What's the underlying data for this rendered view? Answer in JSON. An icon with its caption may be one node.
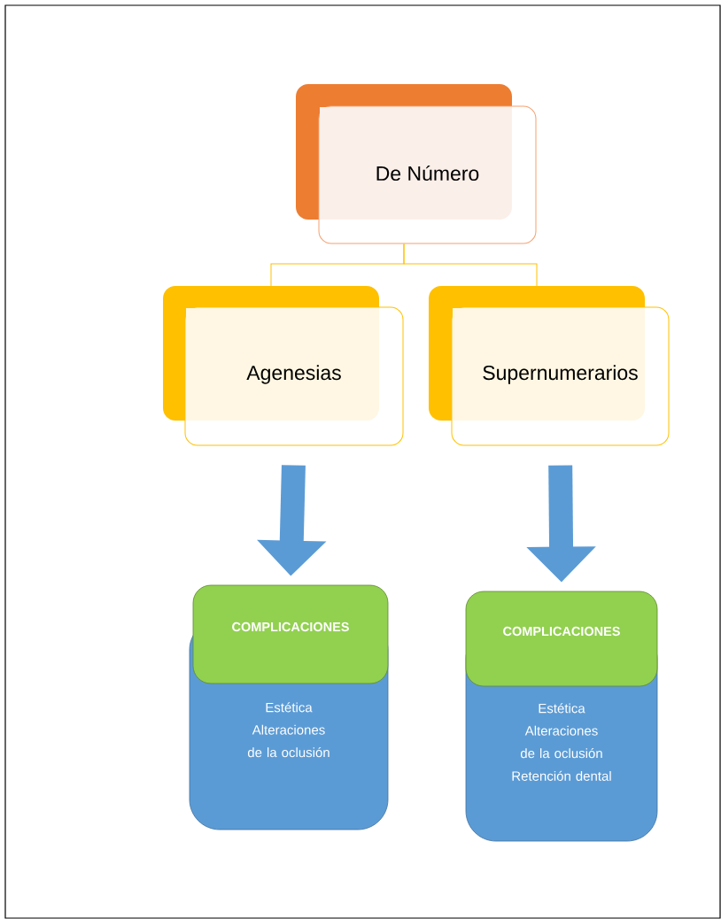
{
  "diagram": {
    "nodes": [
      {
        "text": [
          "De Número"
        ]
      },
      {
        "text": [
          "Agenesias"
        ]
      },
      {
        "text": [
          "Supernumerarios"
        ]
      },
      {
        "text": [
          "COMPLICACIONES"
        ]
      },
      {
        "text": [
          "Estética",
          "Alteraciones de la oclusión"
        ]
      },
      {
        "text": [
          "COMPLICACIONES"
        ]
      },
      {
        "text": [
          "Estética",
          "Alteraciones de la oclusión",
          "Retención dental"
        ]
      }
    ],
    "edges": [
      {
        "from": 0,
        "to": 1,
        "arrow": "none",
        "color": "#ffc000"
      },
      {
        "from": 0,
        "to": 2,
        "arrow": "none",
        "color": "#ffc000"
      },
      {
        "from": 1,
        "to": 3,
        "arrow": "to",
        "style": "thick",
        "color": "#5b9bd5"
      },
      {
        "from": 2,
        "to": 5,
        "arrow": "to",
        "style": "thick",
        "color": "#5b9bd5"
      }
    ]
  }
}
